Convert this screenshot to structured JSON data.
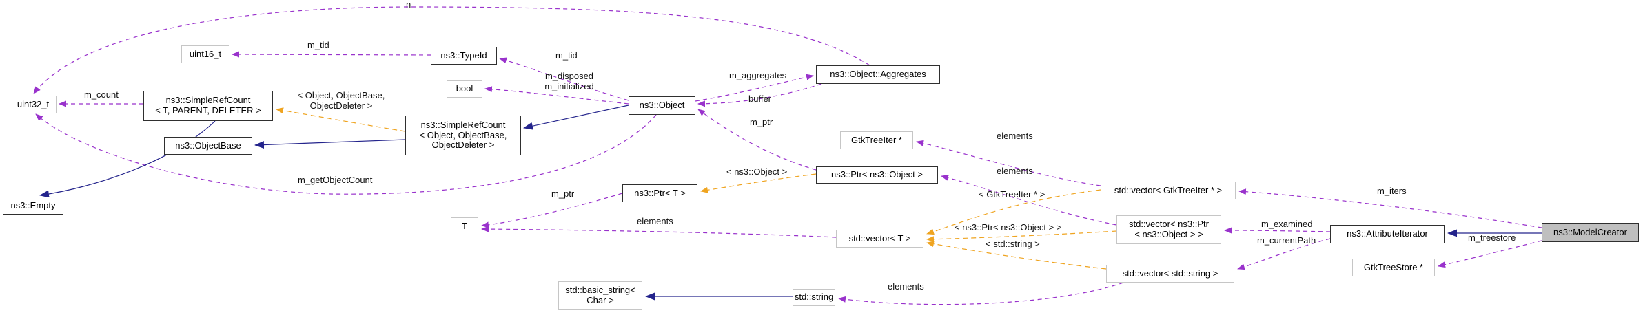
{
  "colors": {
    "member_edge": "#9932cc",
    "template_edge": "#efa420",
    "inheritance_edge": "#24248c",
    "highlight_fill": "#bfbfbf"
  },
  "nodes": {
    "uint32_t": {
      "label": "uint32_t"
    },
    "empty": {
      "label": "ns3::Empty"
    },
    "simple_ref_count_tpl": {
      "label": "ns3::SimpleRefCount\n< T, PARENT, DELETER >"
    },
    "uint16_t": {
      "label": "uint16_t"
    },
    "object_base": {
      "label": "ns3::ObjectBase"
    },
    "type_id": {
      "label": "ns3::TypeId"
    },
    "bool": {
      "label": "bool"
    },
    "simple_ref_count_obj": {
      "label": "ns3::SimpleRefCount\n< Object, ObjectBase,\nObjectDeleter >"
    },
    "object": {
      "label": "ns3::Object"
    },
    "aggregates": {
      "label": "ns3::Object::Aggregates"
    },
    "gtk_tree_iter": {
      "label": "GtkTreeIter *"
    },
    "ptr_object": {
      "label": "ns3::Ptr< ns3::Object >"
    },
    "ptr_t": {
      "label": "ns3::Ptr< T >"
    },
    "t": {
      "label": "T"
    },
    "vector_t": {
      "label": "std::vector< T >"
    },
    "vector_gtk_tree_iter": {
      "label": "std::vector< GtkTreeIter * >"
    },
    "vector_ptr_object": {
      "label": "std::vector< ns3::Ptr\n< ns3::Object > >"
    },
    "attribute_iterator": {
      "label": "ns3::AttributeIterator"
    },
    "gtk_tree_store": {
      "label": "GtkTreeStore *"
    },
    "model_creator": {
      "label": "ns3::ModelCreator"
    },
    "vector_string": {
      "label": "std::vector< std::string >"
    },
    "basic_string": {
      "label": "std::basic_string<\nChar >"
    },
    "string": {
      "label": "std::string"
    }
  },
  "edge_labels": {
    "n": "n",
    "m_tid_typeid": "m_tid",
    "m_tid_object": "m_tid",
    "m_disposed_initialized": "m_disposed\nm_initialized",
    "m_aggregates": "m_aggregates",
    "buffer": "buffer",
    "m_ptr_object": "m_ptr",
    "elements_gtktreeiter": "elements",
    "elements_ptrobject": "elements",
    "m_iters": "m_iters",
    "m_examined": "m_examined",
    "m_currentPath": "m_currentPath",
    "m_treestore": "m_treestore",
    "m_getObjectCount": "m_getObjectCount",
    "m_count": "m_count",
    "tpl_object_objectbase_deleter": "< Object, ObjectBase,\nObjectDeleter >",
    "tpl_ns3_object": "< ns3::Object >",
    "tpl_gtktreeiter": "< GtkTreeIter * >",
    "tpl_ptr_object": "< ns3::Ptr< ns3::Object > >",
    "tpl_std_string": "< std::string >",
    "m_ptr_t": "m_ptr",
    "elements_t": "elements",
    "elements_string": "elements"
  }
}
